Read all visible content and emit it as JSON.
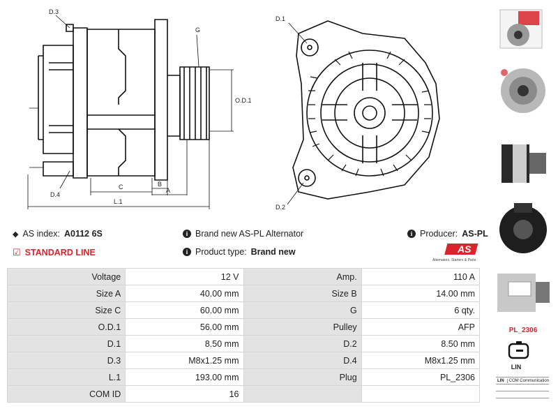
{
  "drawing": {
    "labels": {
      "d3": "D.3",
      "d4": "D.4",
      "g": "G",
      "od1": "O.D.1",
      "c": "C",
      "b": "B",
      "a": "A",
      "l1": "L.1",
      "d1": "D.1",
      "d2": "D.2"
    }
  },
  "info": {
    "as_index_label": "AS index:",
    "as_index_value": "A0112 6S",
    "brand_label": "Brand new AS-PL Alternator",
    "producer_label": "Producer:",
    "producer_value": "AS-PL",
    "standard_line": "STANDARD LINE",
    "product_type_label": "Product type:",
    "product_type_value": "Brand new",
    "logo_text": "AS",
    "logo_subtitle": "Alternators, Starters & Parts"
  },
  "specs": [
    {
      "k1": "Voltage",
      "v1": "12 V",
      "k2": "Amp.",
      "v2": "110 A"
    },
    {
      "k1": "Size A",
      "v1": "40.00 mm",
      "k2": "Size B",
      "v2": "14.00 mm"
    },
    {
      "k1": "Size C",
      "v1": "60.00 mm",
      "k2": "G",
      "v2": "6 qty."
    },
    {
      "k1": "O.D.1",
      "v1": "56.00 mm",
      "k2": "Pulley",
      "v2": "AFP"
    },
    {
      "k1": "D.1",
      "v1": "8.50 mm",
      "k2": "D.2",
      "v2": "8.50 mm"
    },
    {
      "k1": "D.3",
      "v1": "M8x1.25 mm",
      "k2": "D.4",
      "v2": "M8x1.25 mm"
    },
    {
      "k1": "L.1",
      "v1": "193.00 mm",
      "k2": "Plug",
      "v2": "PL_2306"
    },
    {
      "k1": "COM ID",
      "v1": "16",
      "k2": "",
      "v2": ""
    }
  ],
  "sidebar": {
    "plug_code": "PL_2306",
    "lin_label": "LIN",
    "legend_rows": [
      {
        "abbr": "LIN",
        "desc": "COM Communication"
      },
      {
        "abbr": "",
        "desc": ""
      },
      {
        "abbr": "",
        "desc": ""
      }
    ]
  },
  "colors": {
    "accent": "#d8242a",
    "key_cell_bg": "#e3e3e3"
  },
  "icons": [
    "tag-icon",
    "info-icon",
    "checkbox-icon"
  ]
}
